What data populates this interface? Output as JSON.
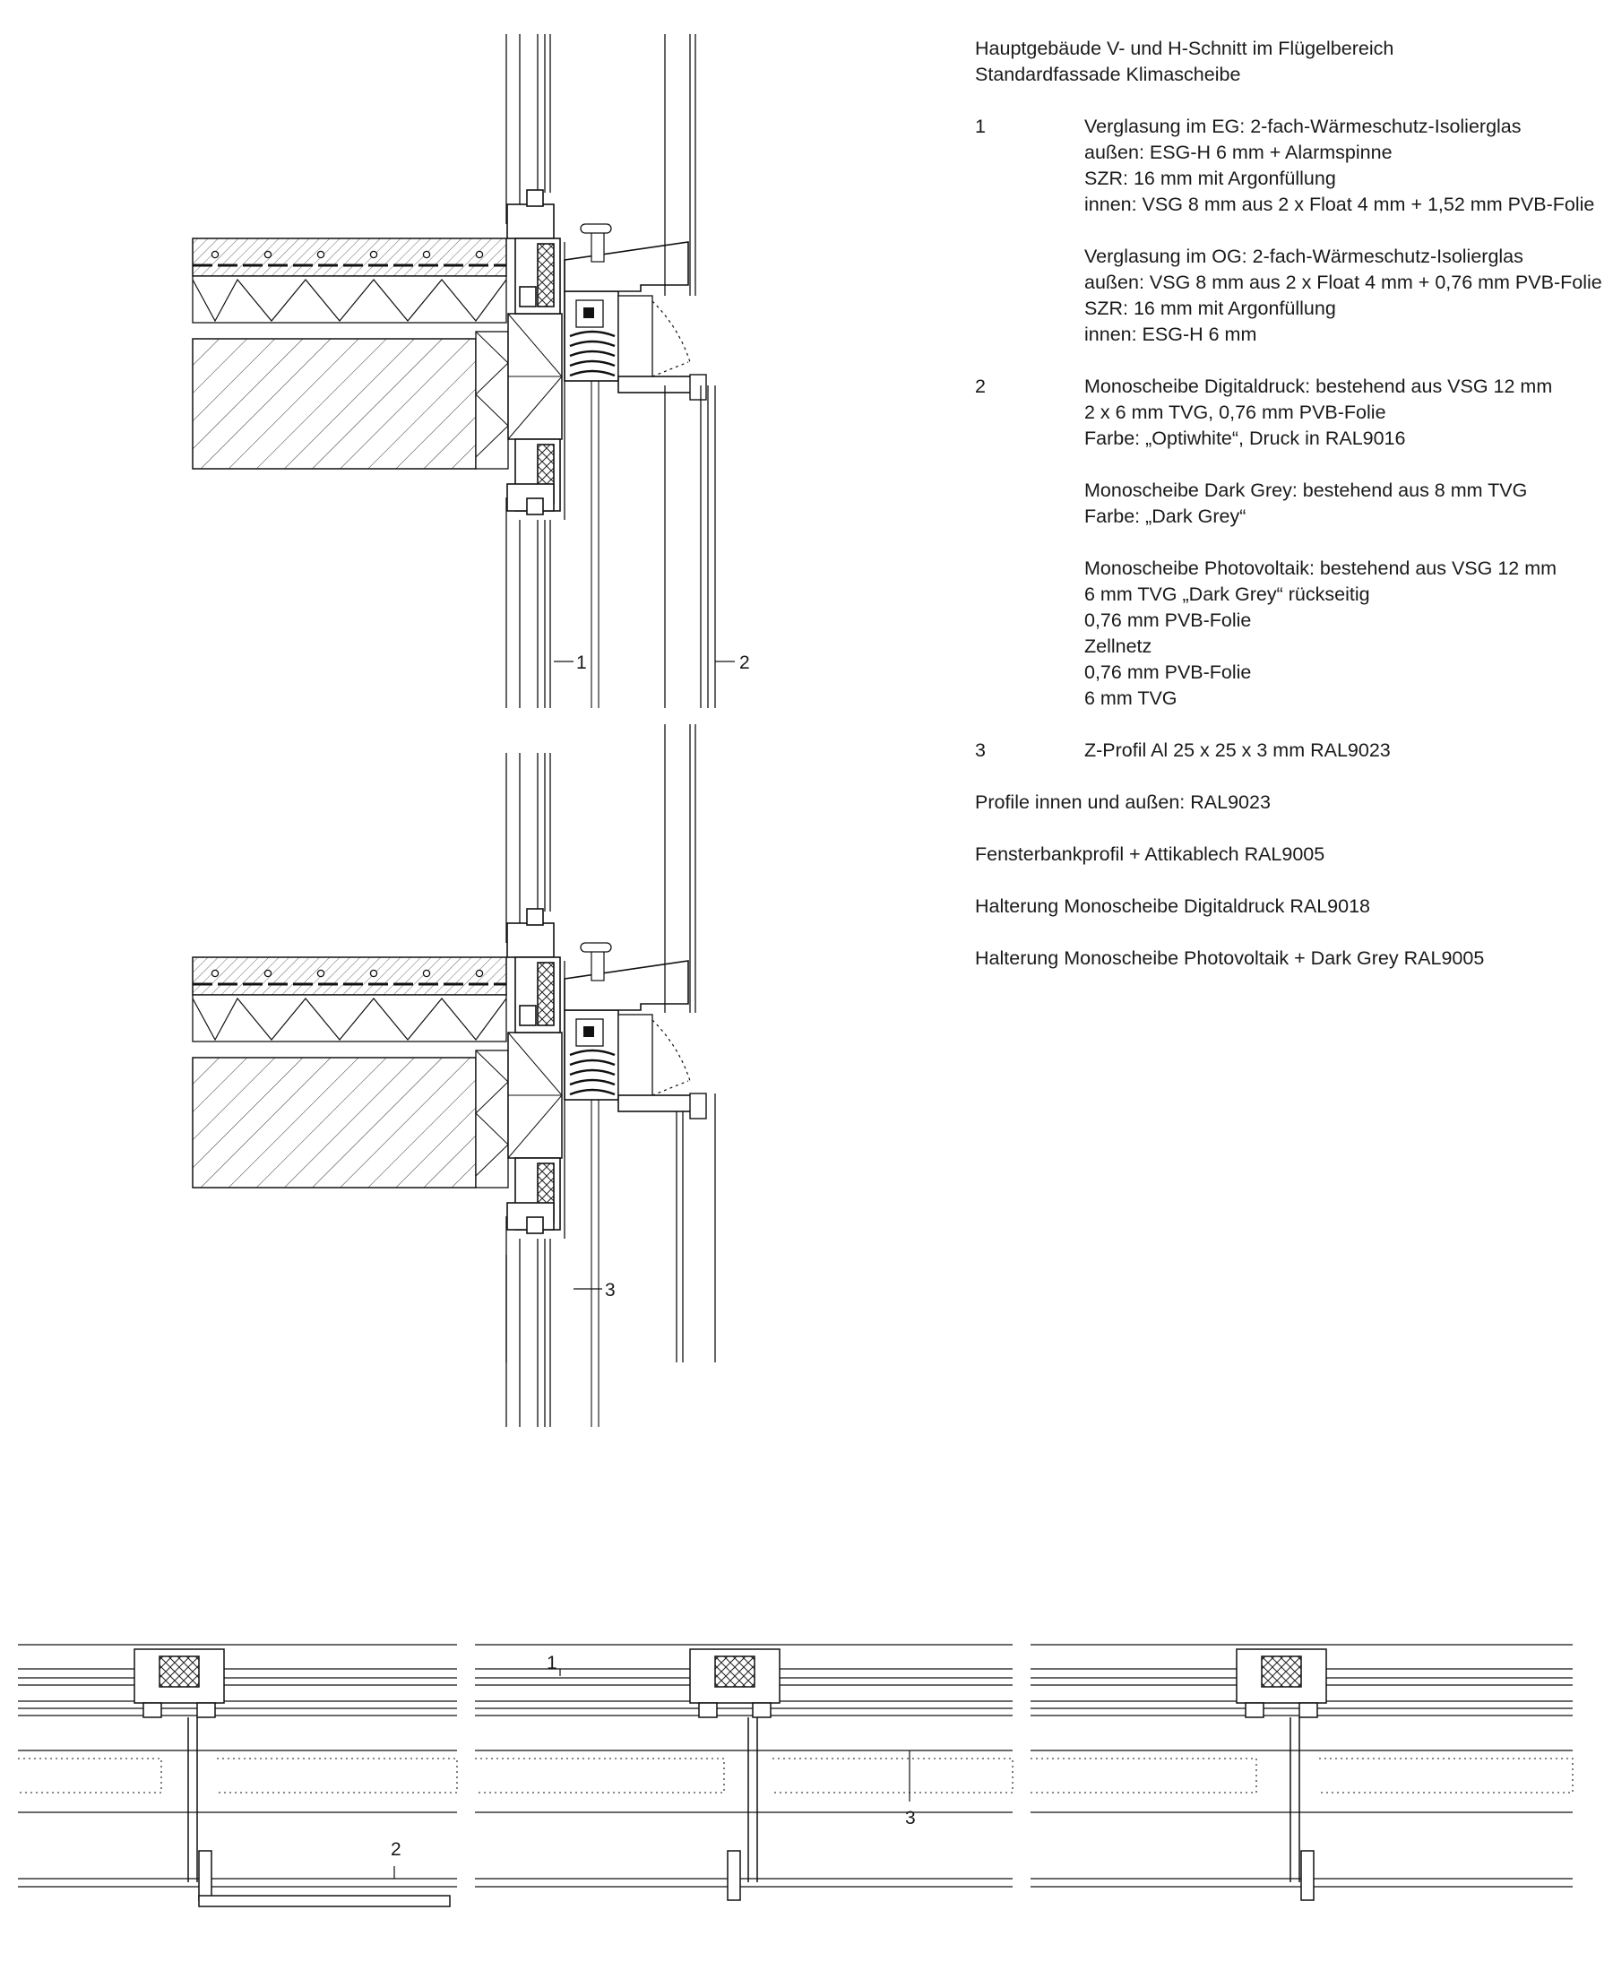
{
  "title_lines": [
    "Hauptgebäude V- und H-Schnitt im Flügelbereich",
    "Standardfassade Klimascheibe"
  ],
  "items": [
    {
      "number": "1",
      "blocks": [
        [
          "Verglasung im EG: 2-fach-Wärmeschutz-Isolierglas",
          "außen: ESG-H 6 mm + Alarmspinne",
          "SZR: 16 mm mit Argonfüllung",
          "innen: VSG 8 mm aus 2 x Float 4 mm + 1,52 mm PVB-Folie"
        ],
        [
          "Verglasung im OG: 2-fach-Wärmeschutz-Isolierglas",
          "außen: VSG 8 mm aus 2 x Float 4 mm + 0,76 mm PVB-Folie",
          "SZR: 16 mm mit Argonfüllung",
          "innen: ESG-H 6 mm"
        ]
      ]
    },
    {
      "number": "2",
      "blocks": [
        [
          "Monoscheibe Digitaldruck: bestehend aus VSG 12 mm",
          "2 x 6 mm TVG, 0,76 mm PVB-Folie",
          "Farbe: „Optiwhite“, Druck in RAL9016"
        ],
        [
          "Monoscheibe Dark Grey: bestehend aus 8 mm TVG",
          "Farbe: „Dark Grey“"
        ],
        [
          "Monoscheibe Photovoltaik: bestehend aus VSG 12 mm",
          "6 mm TVG „Dark Grey“ rückseitig",
          "0,76 mm PVB-Folie",
          "Zellnetz",
          "0,76 mm PVB-Folie",
          "6 mm TVG"
        ]
      ]
    },
    {
      "number": "3",
      "blocks": [
        [
          "Z-Profil Al 25 x 25 x 3 mm RAL9023"
        ]
      ]
    }
  ],
  "notes": [
    "Profile innen und außen: RAL9023",
    "Fensterbankprofil + Attikablech RAL9005",
    "Halterung Monoscheibe Digitaldruck RAL9018",
    "Halterung Monoscheibe Photovoltaik + Dark Grey RAL9005"
  ],
  "callouts": {
    "v_upper_1": "1",
    "v_upper_2": "2",
    "v_lower_3": "3",
    "h_1": "1",
    "h_2": "2",
    "h_3": "3"
  }
}
